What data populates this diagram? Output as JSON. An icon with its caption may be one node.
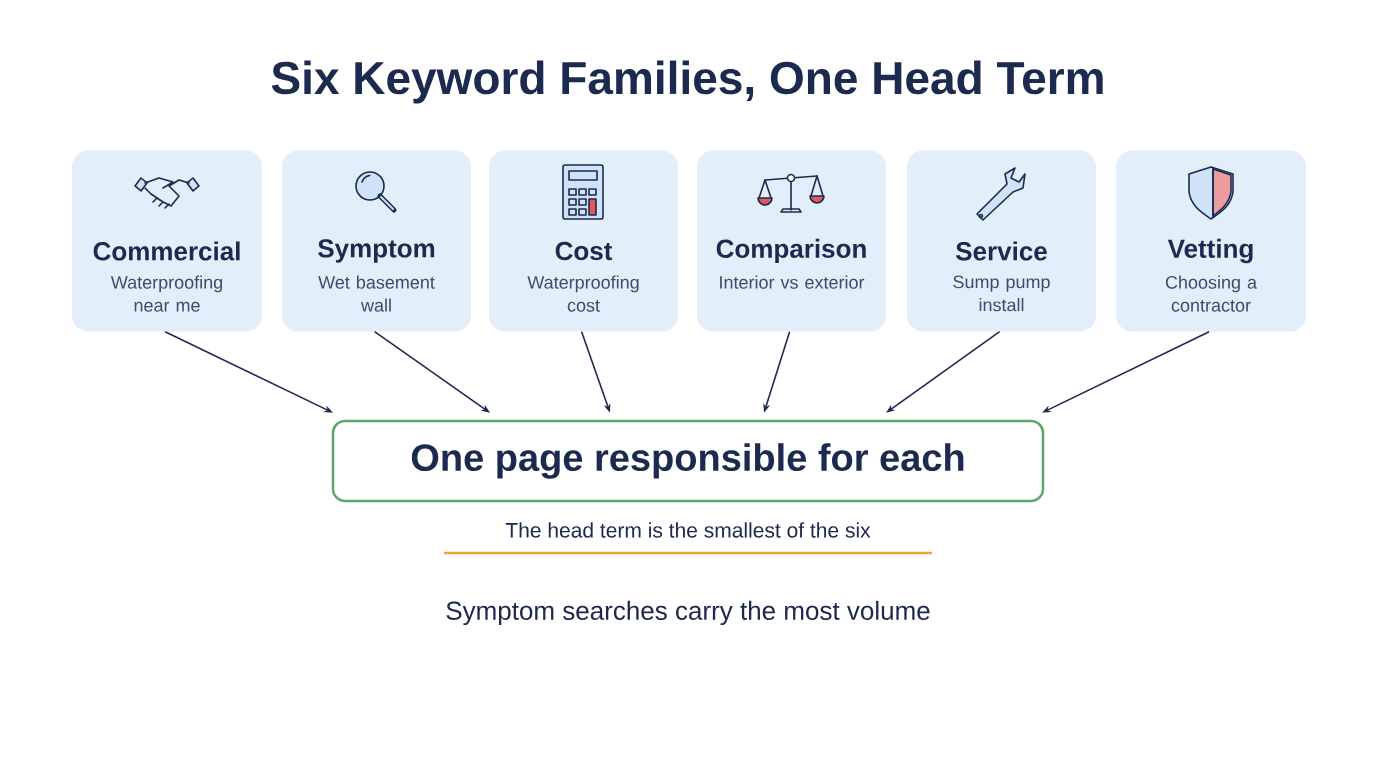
{
  "diagram": {
    "title": "Six Keyword Families, One Head Term",
    "nodes": [
      {
        "text": [
          "Commercial",
          "Waterproofing near me"
        ]
      },
      {
        "text": [
          "Symptom",
          "Wet basement wall"
        ]
      },
      {
        "text": [
          "Cost",
          "Waterproofing cost"
        ]
      },
      {
        "text": [
          "Comparison",
          "Interior vs exterior"
        ]
      },
      {
        "text": [
          "Service",
          "Sump pump install"
        ]
      },
      {
        "text": [
          "Vetting",
          "Choosing a contractor"
        ]
      },
      {
        "text": [
          "One page responsible for each"
        ]
      }
    ],
    "edges": [
      {
        "from": 0,
        "to": 6,
        "arrow": "to"
      },
      {
        "from": 1,
        "to": 6,
        "arrow": "to"
      },
      {
        "from": 2,
        "to": 6,
        "arrow": "to"
      },
      {
        "from": 3,
        "to": 6,
        "arrow": "to"
      },
      {
        "from": 4,
        "to": 6,
        "arrow": "to"
      },
      {
        "from": 5,
        "to": 6,
        "arrow": "to"
      }
    ],
    "labels": [
      "The head term is the smallest of the six",
      "Symptom searches carry the most volume"
    ]
  }
}
